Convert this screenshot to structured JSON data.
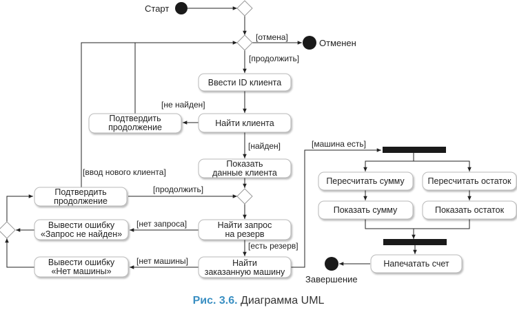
{
  "diagram": {
    "start_label": "Старт",
    "cancelled_label": "Отменен",
    "finish_label": "Завершение",
    "guards": {
      "cancel": "[отмена]",
      "continue": "[продолжить]",
      "not_found": "[не найден]",
      "found": "[найден]",
      "new_client": "[ввод нового клиента]",
      "continue2": "[продолжить]",
      "no_request": "[нет запроса]",
      "reserve_exists": "[есть резерв]",
      "no_car": "[нет машины]",
      "car_exists": "[машина есть]"
    },
    "nodes": {
      "enter_id": "Ввести ID клиента",
      "find_client": "Найти клиента",
      "confirm1_l1": "Подтвердить",
      "confirm1_l2": "продолжение",
      "show_data_l1": "Показать",
      "show_data_l2": "данные клиента",
      "confirm2_l1": "Подтвердить",
      "confirm2_l2": "продолжение",
      "find_request_l1": "Найти запрос",
      "find_request_l2": "на резерв",
      "err_request_l1": "Вывести ошибку",
      "err_request_l2": "«Запрос не найден»",
      "find_car_l1": "Найти",
      "find_car_l2": "заказанную машину",
      "err_car_l1": "Вывести ошибку",
      "err_car_l2": "«Нет машины»",
      "recalc_sum": "Пересчитать сумму",
      "recalc_stock": "Пересчитать остаток",
      "show_sum": "Показать сумму",
      "show_stock": "Показать остаток",
      "print_invoice": "Напечатать счет"
    }
  },
  "caption": {
    "figure": "Рис. 3.6.",
    "text": "Диаграмма UML"
  }
}
